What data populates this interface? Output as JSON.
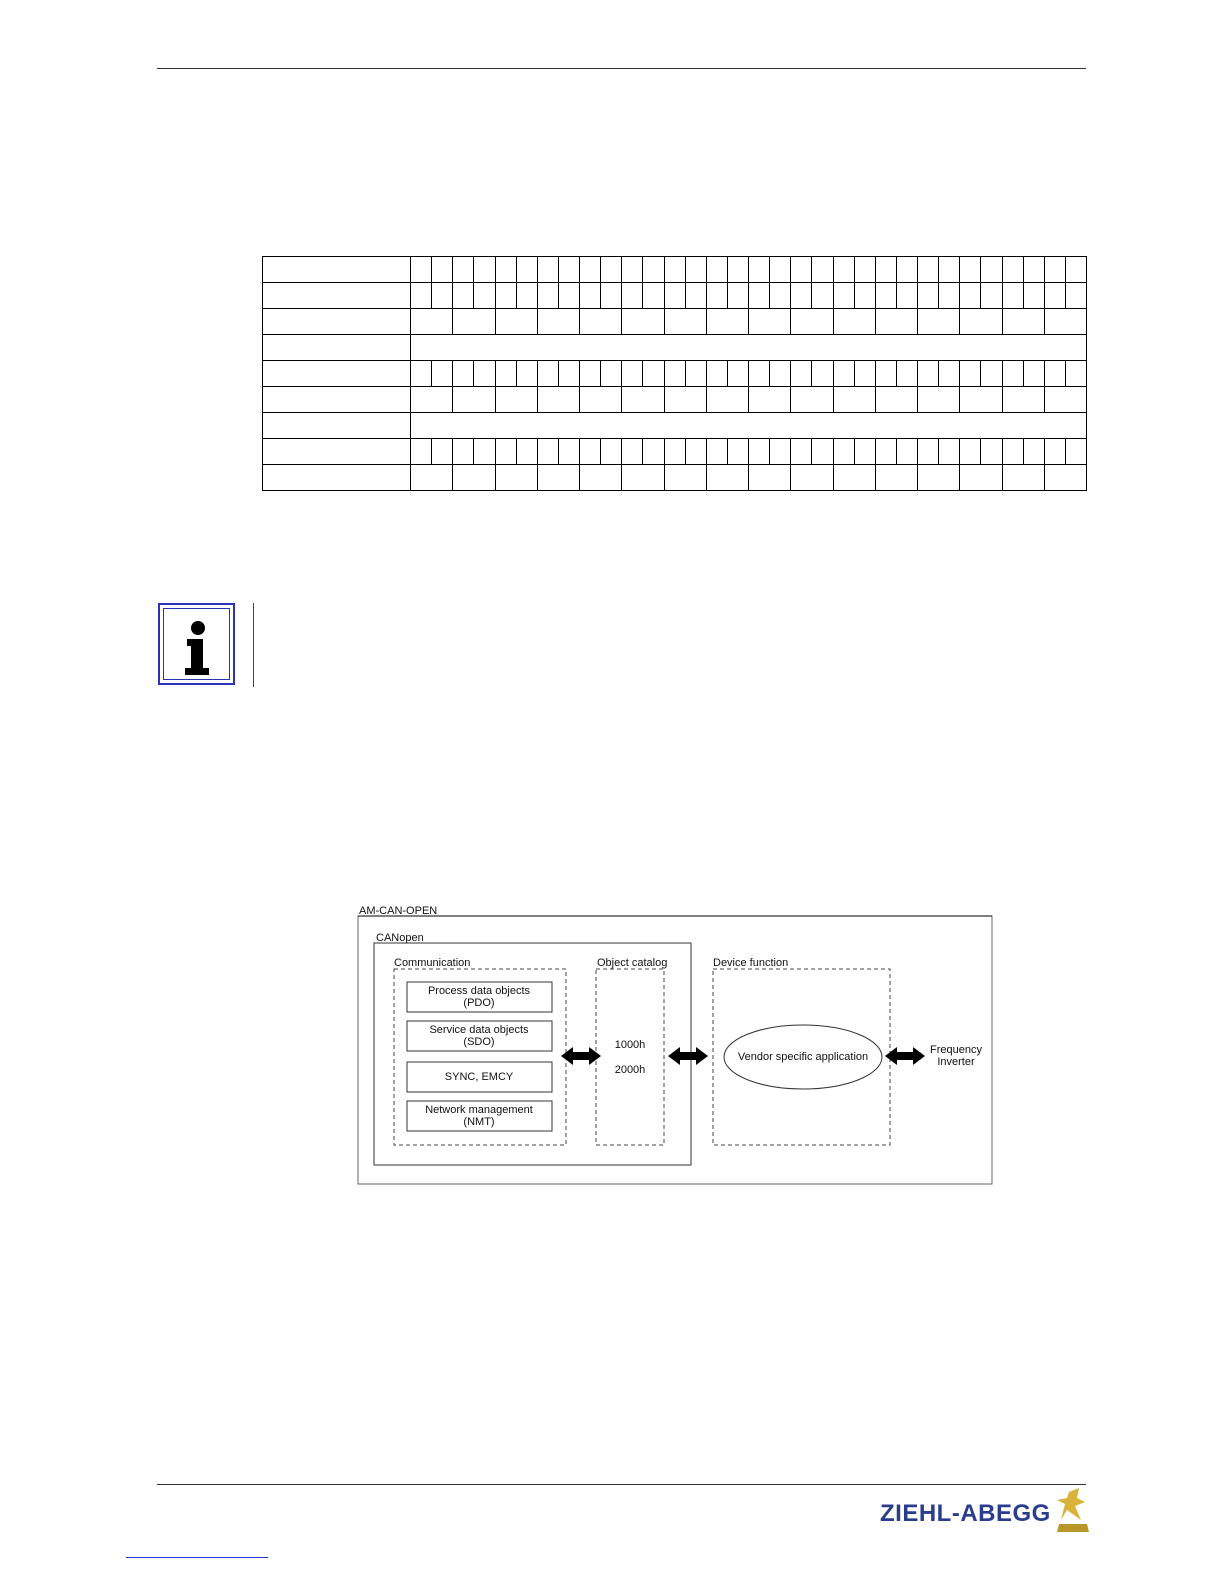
{
  "diagram": {
    "outer_title": "AM-CAN-OPEN",
    "canopen_title": "CANopen",
    "communication_title": "Communication",
    "boxes": [
      {
        "line1": "Process data objects",
        "line2": "(PDO)"
      },
      {
        "line1": "Service data objects",
        "line2": "(SDO)"
      },
      {
        "line1": "SYNC, EMCY",
        "line2": ""
      },
      {
        "line1": "Network management",
        "line2": "(NMT)"
      }
    ],
    "object_catalog_title": "Object catalog",
    "object_catalog_entries": [
      "1000h",
      "2000h"
    ],
    "device_function_title": "Device function",
    "application_label": "Vendor specific application",
    "external_line1": "Frequency",
    "external_line2": "Inverter"
  },
  "footer": {
    "logo_text": "ZIEHL-ABEGG",
    "logo_colors": {
      "text": "#2a3c8c",
      "mark": "#d9b23a"
    }
  },
  "info_icon": "info-icon"
}
